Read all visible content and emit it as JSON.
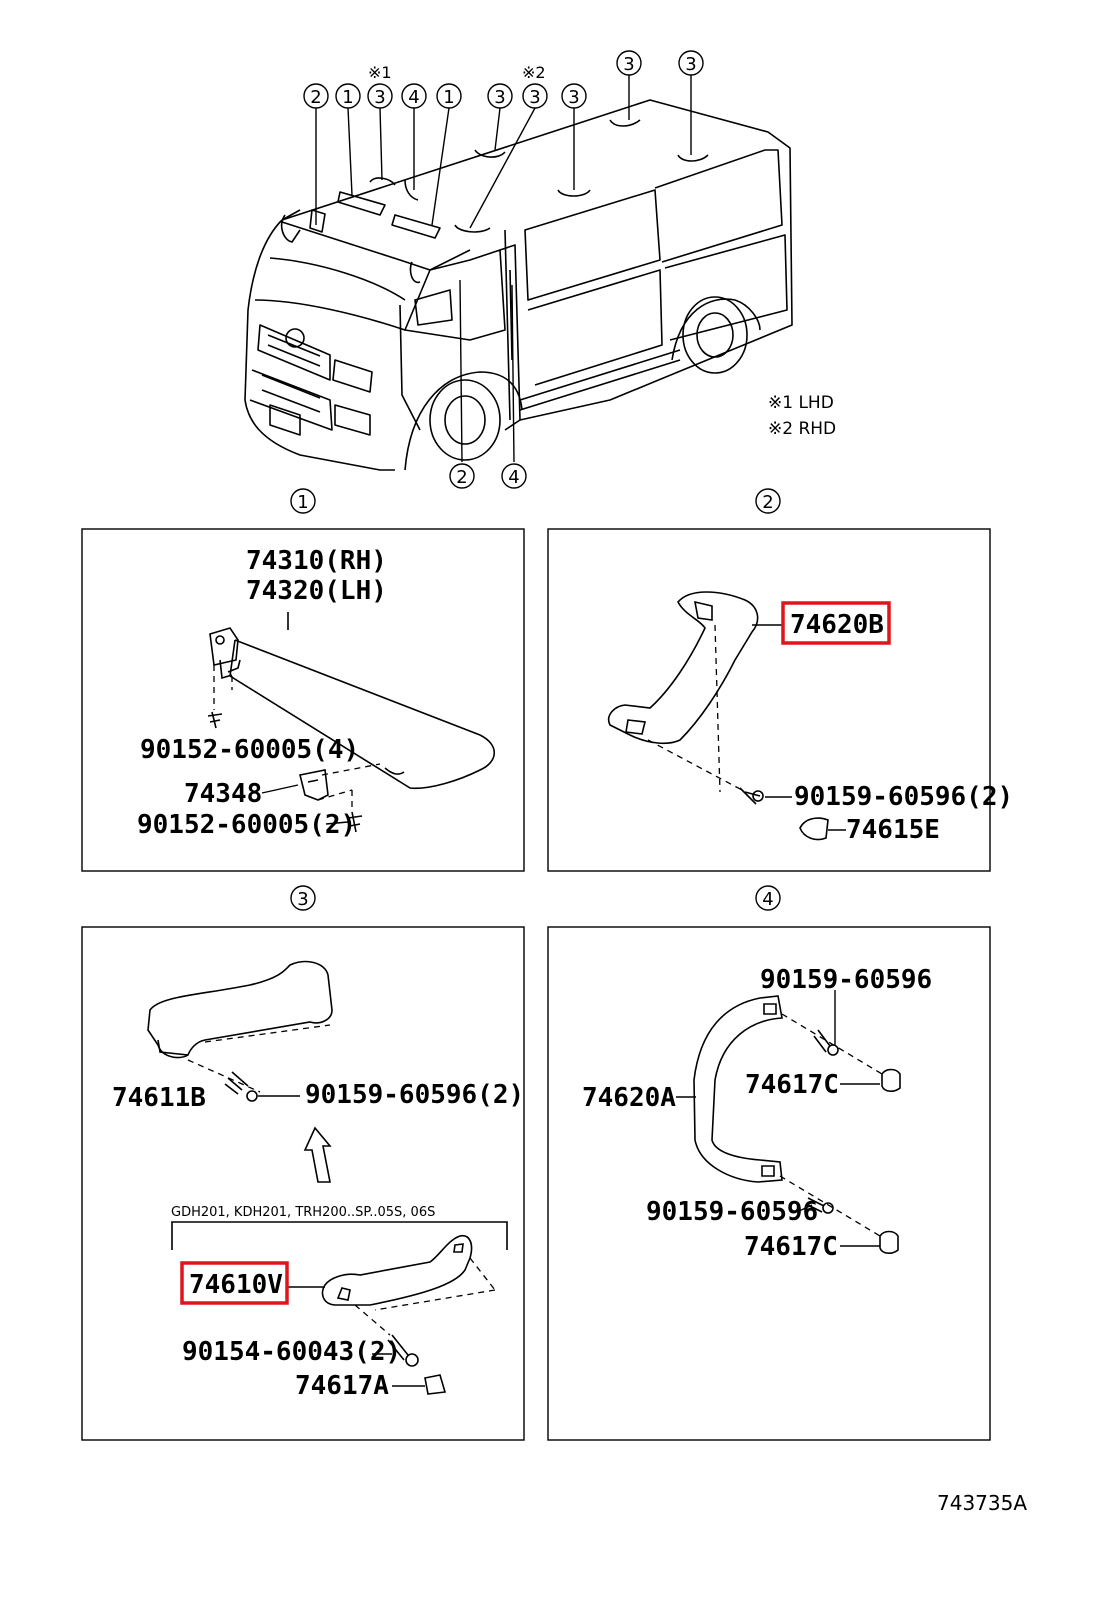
{
  "callouts": {
    "c1": "1",
    "c2": "2",
    "c3": "3",
    "c4": "4"
  },
  "notes": {
    "m1": "※1",
    "m2": "※2",
    "lhd": "※1 LHD",
    "rhd": "※2 RHD"
  },
  "panel1": {
    "visor_rh": "74310(RH)",
    "visor_lh": "74320(LH)",
    "screw_a": "90152-60005(4)",
    "holder": "74348",
    "screw_b": "90152-60005(2)"
  },
  "panel2": {
    "grip": "74620B",
    "screw": "90159-60596(2)",
    "cap": "74615E"
  },
  "panel3": {
    "grip": "74611B",
    "screw": "90159-60596(2)",
    "variant_note": "GDH201, KDH201, TRH200..SP..05S, 06S",
    "grip_alt": "74610V",
    "screw_alt": "90154-60043(2)",
    "cap_alt": "74617A"
  },
  "panel4": {
    "screw_top": "90159-60596",
    "grip": "74620A",
    "cap_top": "74617C",
    "screw_bottom": "90159-60596",
    "cap_bottom": "74617C"
  },
  "footer": {
    "drawing_code": "743735A"
  },
  "colors": {
    "highlight": "#e0141c",
    "line": "#000000"
  }
}
